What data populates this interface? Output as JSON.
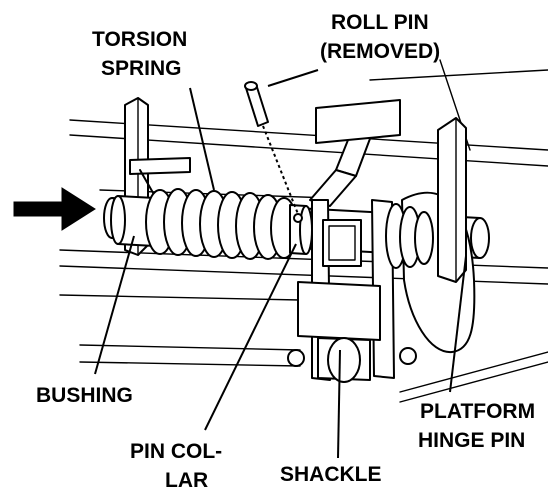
{
  "labels": {
    "torsion_spring_line1": "TORSION",
    "torsion_spring_line2": "SPRING",
    "roll_pin_line1": "ROLL PIN",
    "roll_pin_line2": "(REMOVED)",
    "bushing": "BUSHING",
    "pin_collar_line1": "PIN COL-",
    "pin_collar_line2": "LAR",
    "shackle": "SHACKLE",
    "platform_hinge_pin_line1": "PLATFORM",
    "platform_hinge_pin_line2": "HINGE PIN"
  },
  "colors": {
    "ink": "#000000",
    "paper": "#ffffff"
  }
}
